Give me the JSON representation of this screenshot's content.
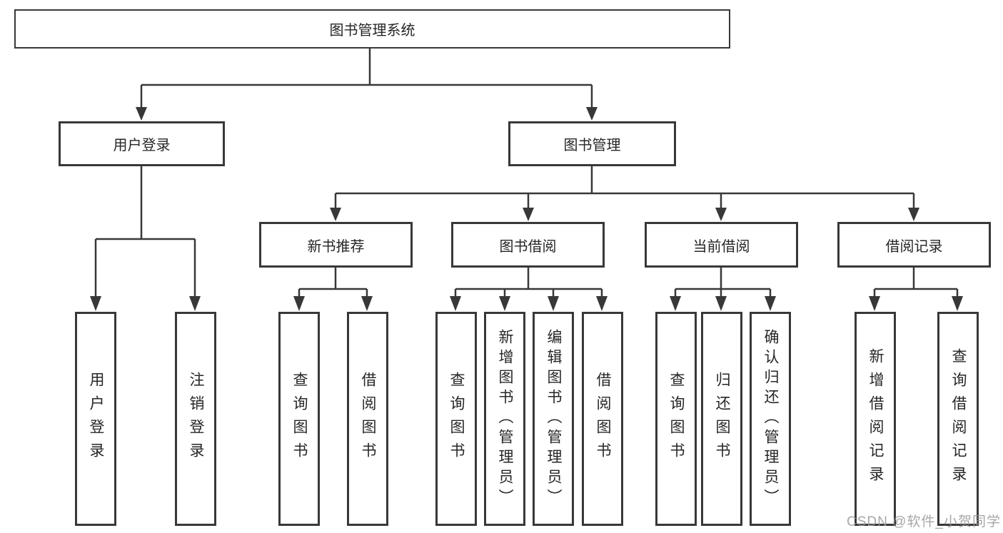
{
  "root_label": "图书管理系统",
  "user_branch": {
    "label": "用户登录",
    "leaves": [
      "用户登录",
      "注销登录"
    ]
  },
  "book_branch": {
    "label": "图书管理",
    "groups": [
      {
        "label": "新书推荐",
        "leaves": [
          "查询图书",
          "借阅图书"
        ]
      },
      {
        "label": "图书借阅",
        "leaves": [
          "查询图书",
          "新增图书（管理员）",
          "编辑图书（管理员）",
          "借阅图书"
        ]
      },
      {
        "label": "当前借阅",
        "leaves": [
          "查询图书",
          "归还图书",
          "确认归还（管理员）"
        ]
      },
      {
        "label": "借阅记录",
        "leaves": [
          "新增借阅记录",
          "查询借阅记录"
        ]
      }
    ]
  },
  "watermark": "CSDN @软件_小贺同学",
  "colors": {
    "line": "#383838",
    "box_border": "#383838",
    "text": "#262626",
    "watermark": "#969696",
    "background": "#ffffff"
  }
}
